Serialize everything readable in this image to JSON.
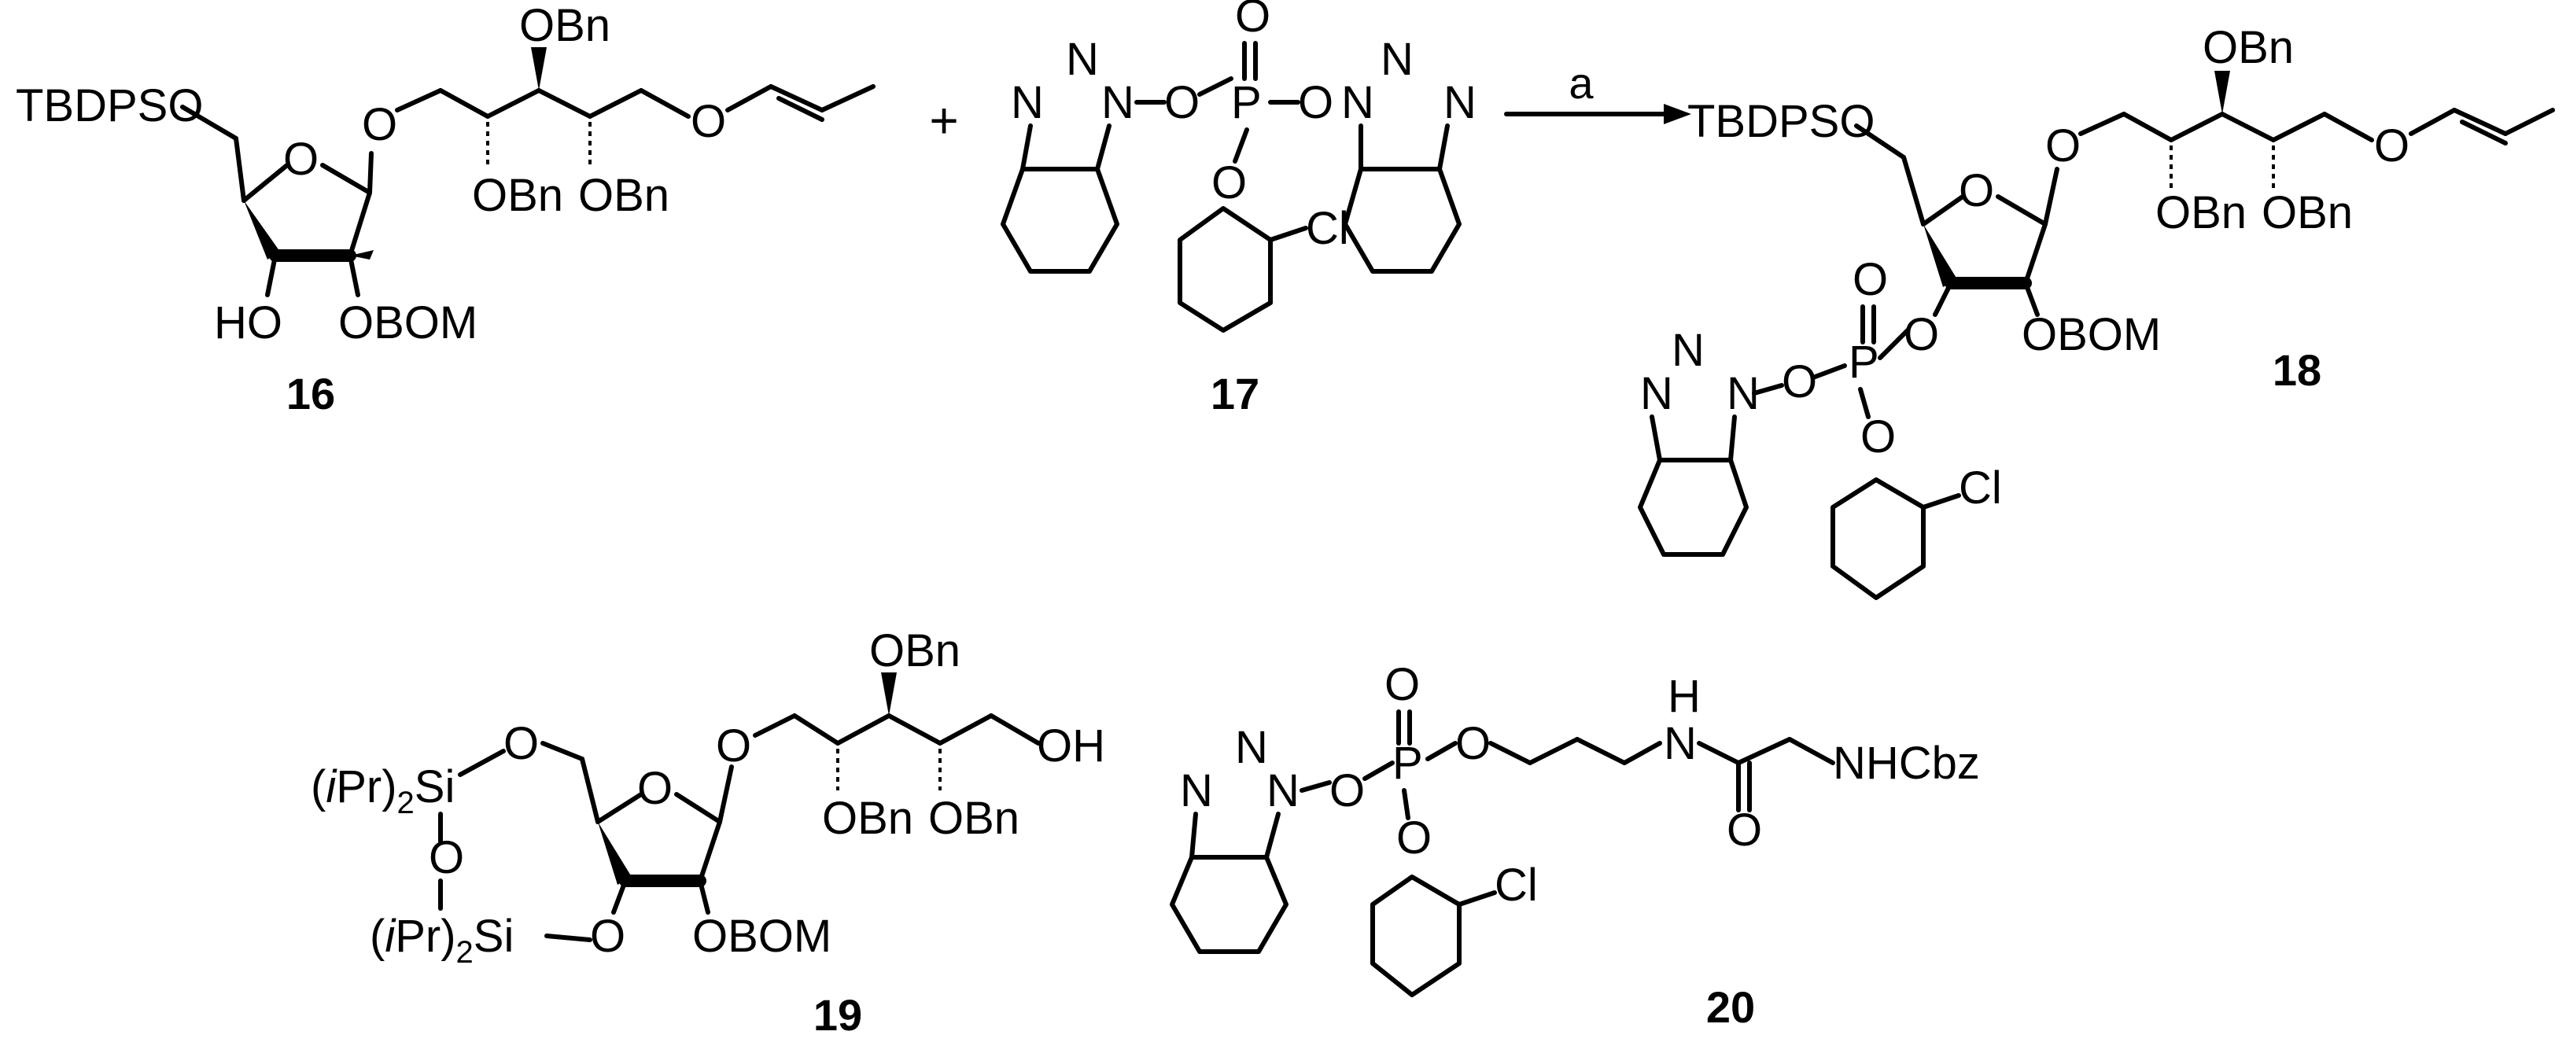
{
  "scheme": {
    "reagent_label": "a",
    "plus_sign": "+",
    "compounds": [
      {
        "id": "16",
        "label": "16"
      },
      {
        "id": "17",
        "label": "17"
      },
      {
        "id": "18",
        "label": "18"
      },
      {
        "id": "19",
        "label": "19"
      },
      {
        "id": "20",
        "label": "20"
      }
    ]
  },
  "atoms": {
    "tbdpso": "TBDPSO",
    "obn": "OBn",
    "obom": "OBOM",
    "ho": "HO",
    "oh": "OH",
    "o": "O",
    "n": "N",
    "p": "P",
    "cl": "Cl",
    "h": "H",
    "nhcbz": "NHCbz",
    "ipr2si_open": "(",
    "ipr2si_i": "i",
    "ipr2si_pr": "Pr)",
    "ipr2si_2": "2",
    "ipr2si_si": "Si"
  }
}
